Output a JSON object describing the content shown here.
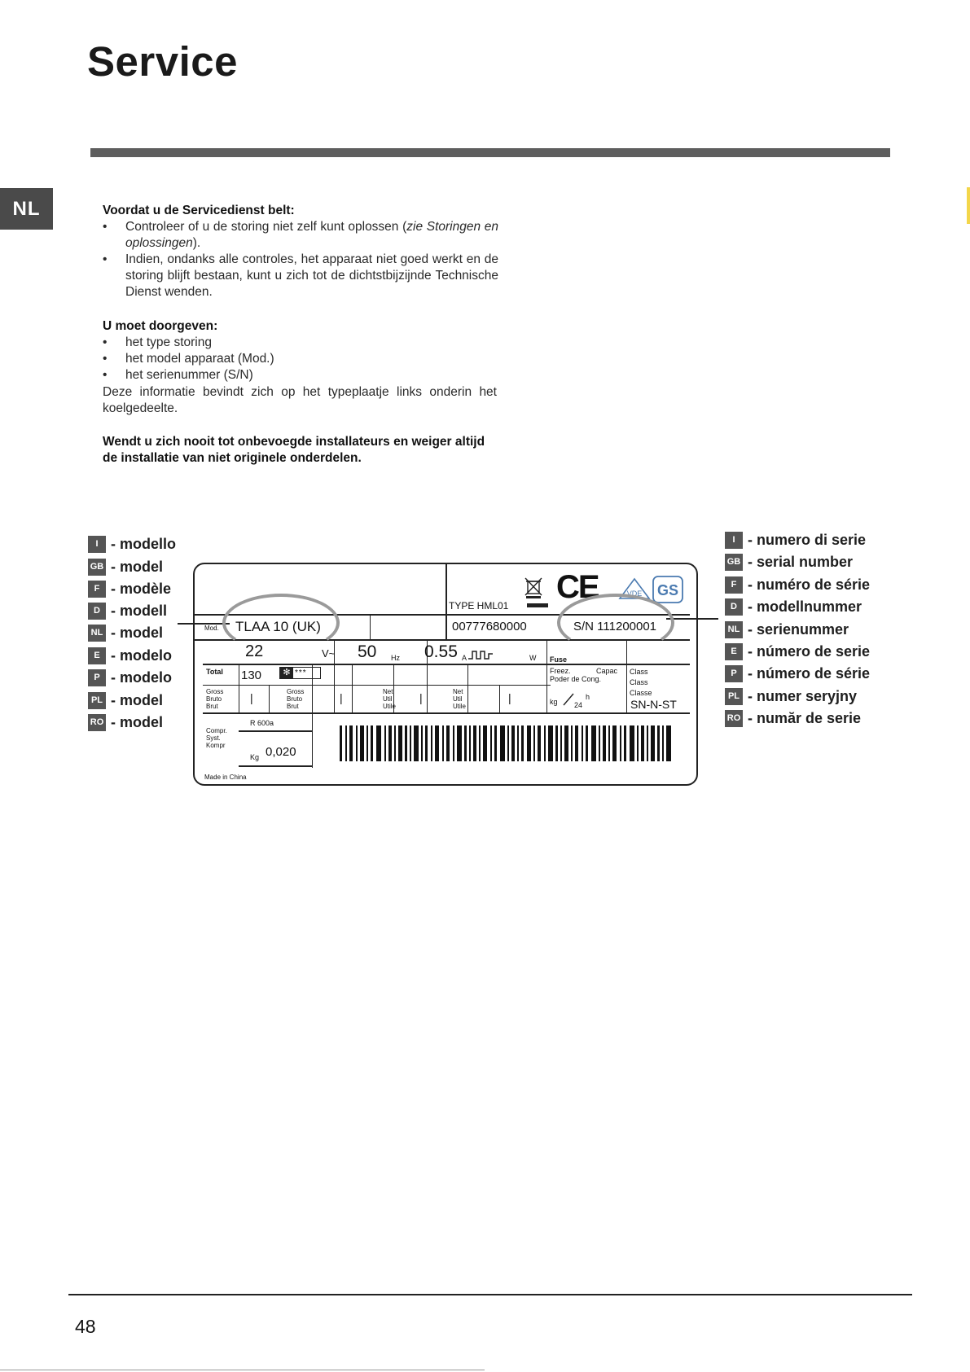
{
  "page": {
    "title": "Service",
    "language_tab": "NL",
    "page_number": "48"
  },
  "section1": {
    "heading": "Voordat u de Servicedienst belt:",
    "bullet1_pre": "Controleer of u de storing niet zelf kunt oplossen (",
    "bullet1_italic": "zie Storingen en oplossingen",
    "bullet1_post": ").",
    "bullet2": "Indien, ondanks alle controles, het apparaat niet goed werkt en de storing blijft bestaan, kunt u zich tot de dichtstbijzijnde Technische Dienst wenden."
  },
  "section2": {
    "heading": "U moet doorgeven:",
    "items": [
      "het type storing",
      "het model apparaat (Mod.)",
      "het serienummer (S/N)"
    ],
    "note": "Deze informatie bevindt zich op het typeplaatje links onderin het koelgedeelte."
  },
  "warning": "Wendt u zich nooit tot onbevoegde installateurs en weiger altijd de installatie van niet originele onderdelen.",
  "left_legend": [
    {
      "code": "I",
      "text": "- modello"
    },
    {
      "code": "GB",
      "text": "- model"
    },
    {
      "code": "F",
      "text": "- modèle"
    },
    {
      "code": "D",
      "text": "- modell"
    },
    {
      "code": "NL",
      "text": "- model"
    },
    {
      "code": "E",
      "text": "- modelo"
    },
    {
      "code": "P",
      "text": "- modelo"
    },
    {
      "code": "PL",
      "text": "- model"
    },
    {
      "code": "RO",
      "text": "- model"
    }
  ],
  "right_legend": [
    {
      "code": "I",
      "text": "- numero di serie"
    },
    {
      "code": "GB",
      "text": "- serial number"
    },
    {
      "code": "F",
      "text": "- numéro de série"
    },
    {
      "code": "D",
      "text": "- modellnummer"
    },
    {
      "code": "NL",
      "text": "- serienummer"
    },
    {
      "code": "E",
      "text": "- número de serie"
    },
    {
      "code": "P",
      "text": "- número de série"
    },
    {
      "code": "PL",
      "text": "- numer seryjny"
    },
    {
      "code": "RO",
      "text": "- număr de serie"
    }
  ],
  "plate": {
    "type": "TYPE HML01",
    "mod_label": "Mod.",
    "model": "TLAA 10 (UK)",
    "product_code": "00777680000",
    "serial": "S/N 111200001",
    "voltage_partial": "22",
    "voltage_suffix": "V~",
    "freq_value": "50",
    "freq_unit": "Hz",
    "current_value": "0.55",
    "current_unit": "A",
    "watt_unit": "W",
    "fuse": "Fuse",
    "freez_label": "Freez.\nPoder de Cong.",
    "capac_label": "Capac",
    "class_label": "Class\nClass\nClasse",
    "kg_label": "kg",
    "per_label": "24",
    "hour_label": "h",
    "climate_class": "SN-N-ST",
    "total_label": "Total",
    "total_value": "130",
    "gross_label": "Gross\nBruto\nBrut",
    "net_label": "Net\nUtil\nUtile",
    "cell_bar": "|",
    "star_rating": "***",
    "compr_label": "Compr.\nSyst.\nKompr",
    "refrigerant": "R 600a",
    "kg_small": "Kg",
    "refrigerant_weight": "0,020",
    "made_in": "Made in China",
    "ce_mark": "CE",
    "vde_mark": "VDE",
    "gs_mark": "GS"
  }
}
